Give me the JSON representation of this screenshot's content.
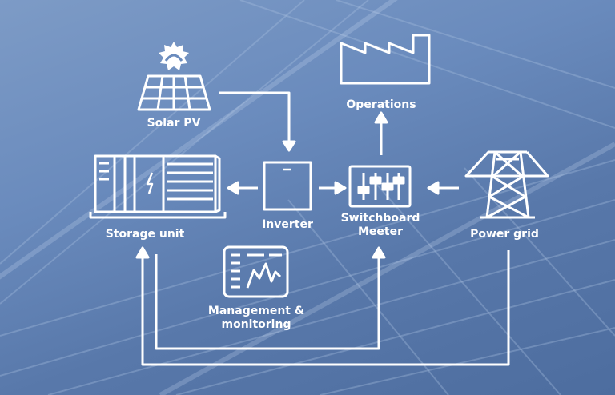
{
  "diagram": {
    "nodes": {
      "solar_pv": {
        "label": "Solar PV",
        "icon": "solar-panel-icon"
      },
      "operations": {
        "label": "Operations",
        "icon": "factory-icon"
      },
      "storage_unit": {
        "label": "Storage unit",
        "icon": "battery-container-icon"
      },
      "inverter": {
        "label": "Inverter",
        "icon": "inverter-box-icon"
      },
      "switchboard": {
        "label_line1": "Switchboard",
        "label_line2": "Meeter",
        "icon": "switchboard-sliders-icon"
      },
      "power_grid": {
        "label": "Power grid",
        "icon": "power-tower-icon"
      },
      "management": {
        "label_line1": "Management &",
        "label_line2": "monitoring",
        "icon": "monitor-chart-icon"
      }
    },
    "colors": {
      "line": "#ffffff",
      "background": "#6a8bbd"
    }
  }
}
